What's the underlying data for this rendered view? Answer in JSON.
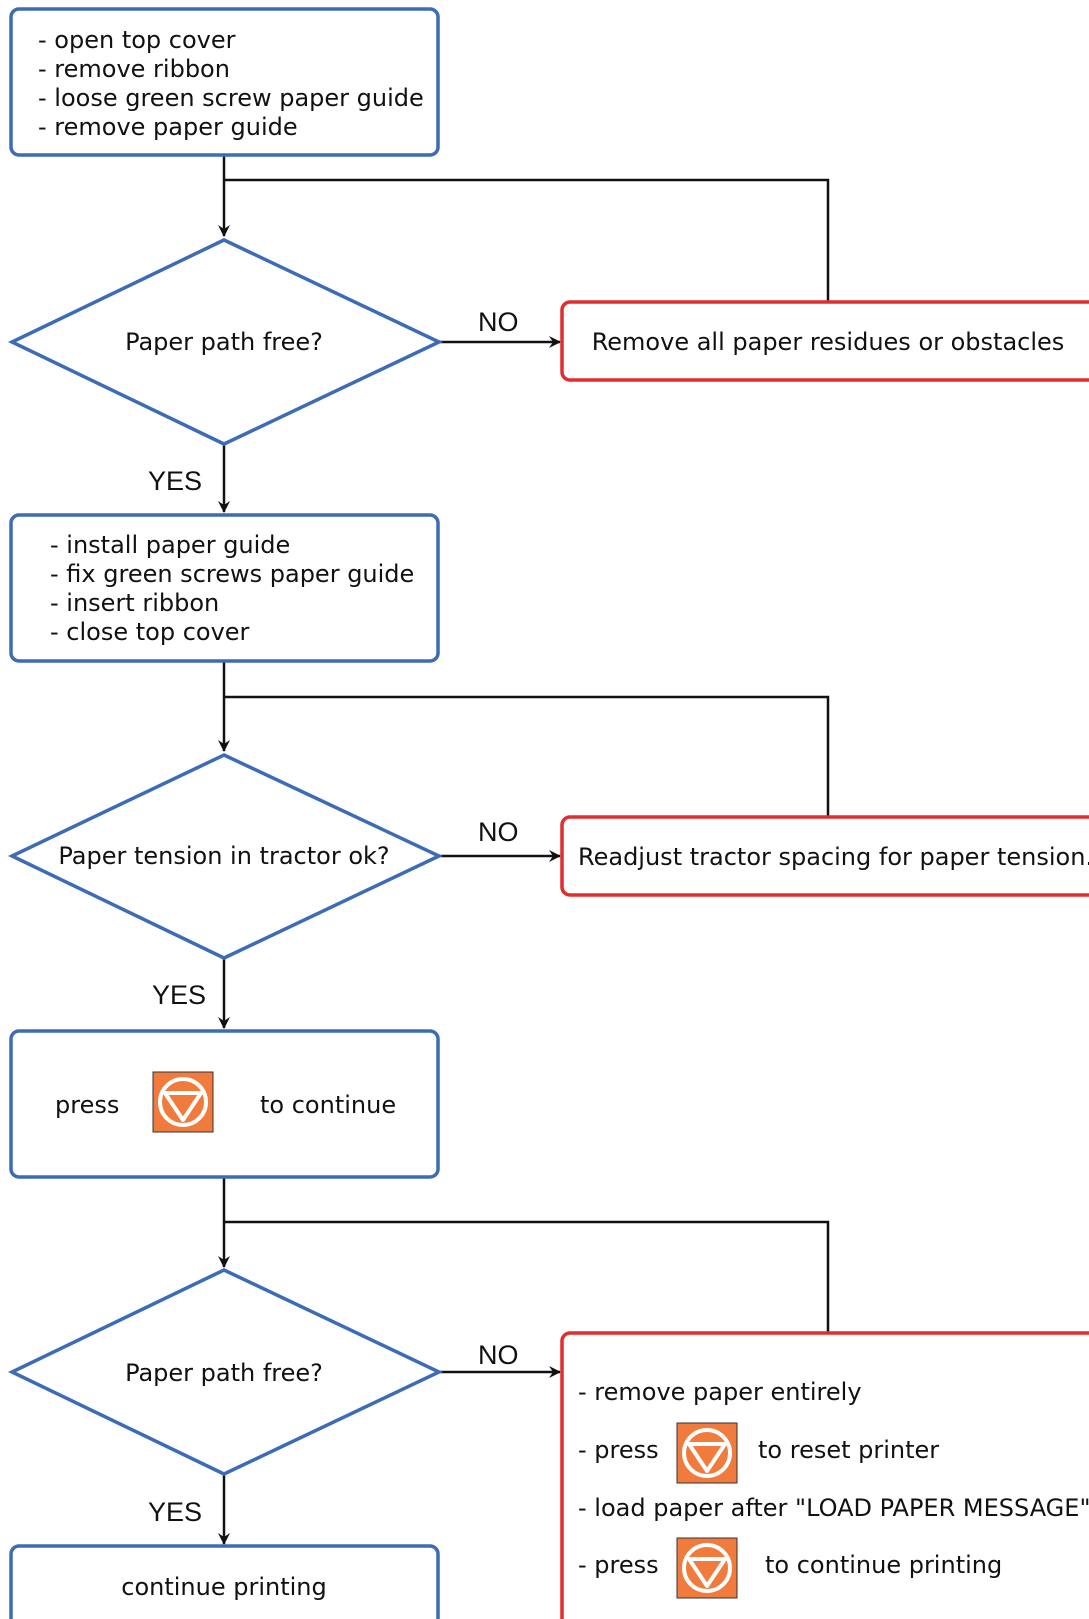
{
  "colors": {
    "process_border": "#3d6bb6",
    "error_border": "#e02e2e",
    "button_fill": "#f07b3c",
    "button_icon": "#ffffff"
  },
  "icons": {
    "stop_button": "stop-button-icon"
  },
  "nodes": {
    "start": {
      "lines": [
        "- open top cover",
        "- remove ribbon",
        "- loose green screw paper guide",
        "- remove paper guide"
      ]
    },
    "decision1": {
      "label": "Paper path free?"
    },
    "fix1": {
      "label": "Remove all paper residues or obstacles"
    },
    "reinstall": {
      "lines": [
        "- install paper guide",
        "- fix green screws paper guide",
        "- insert ribbon",
        "- close top cover"
      ]
    },
    "decision2": {
      "label": "Paper tension in tractor ok?"
    },
    "fix2": {
      "label": "Readjust tractor spacing for paper tension."
    },
    "press_continue": {
      "before": "press",
      "after": "to continue"
    },
    "decision3": {
      "label": "Paper path free?"
    },
    "fix3": {
      "line1": "- remove paper entirely",
      "line2_before": "- press",
      "line2_after": "to reset printer",
      "line3": "- load paper after \"LOAD PAPER MESSAGE\"",
      "line4_before": "- press",
      "line4_after": "to continue printing"
    },
    "end": {
      "label": "continue printing"
    }
  },
  "edges": {
    "no_label": "NO",
    "yes_label": "YES"
  }
}
